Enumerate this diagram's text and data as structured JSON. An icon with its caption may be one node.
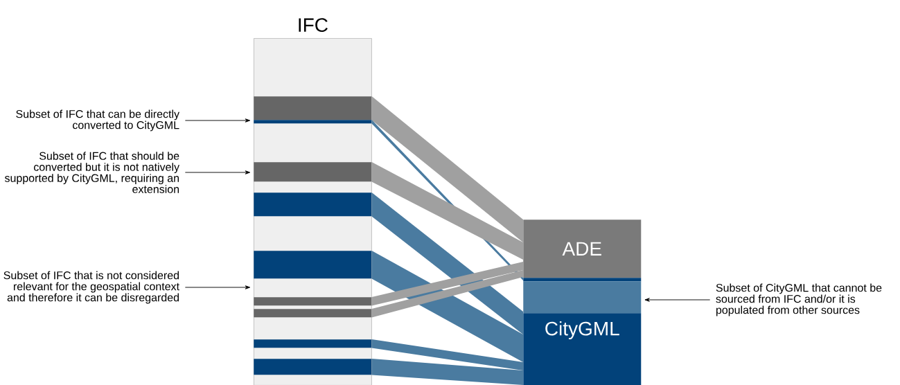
{
  "diagram": {
    "nodes": [
      {
        "text": [
          "IFC"
        ]
      },
      {
        "text": [],
        "shape": "bar",
        "in": 0
      },
      {
        "text": [],
        "shape": "bar",
        "in": 0
      },
      {
        "text": [],
        "shape": "bar",
        "in": 0
      },
      {
        "text": [],
        "shape": "bar",
        "in": 0
      },
      {
        "text": [],
        "shape": "bar",
        "in": 0
      },
      {
        "text": [],
        "shape": "bar",
        "in": 0
      },
      {
        "text": [],
        "shape": "bar",
        "in": 0
      },
      {
        "text": [],
        "shape": "bar",
        "in": 0
      },
      {
        "text": [],
        "shape": "bar",
        "in": 0
      },
      {
        "text": [
          "ADE"
        ]
      },
      {
        "text": [],
        "shape": "bar"
      },
      {
        "text": [],
        "shape": "bar"
      },
      {
        "text": [
          "CityGML"
        ]
      },
      {
        "text": [
          "Subset of IFC that can be directly converted to CityGML"
        ]
      },
      {
        "text": [
          "Subset of IFC that should be converted but it is not natively supported by CityGML, requiring an extension"
        ]
      },
      {
        "text": [
          "Subset of IFC that is not considered relevant for the geospatial context and therefore it can be disregarded"
        ]
      },
      {
        "text": [
          "Subset of CityGML that cannot be sourced from IFC and/or it is populated from other sources"
        ]
      }
    ],
    "edges": [
      {
        "from": 1,
        "to": 10,
        "arrow": "none",
        "color": "#a0a0a0"
      },
      {
        "from": 2,
        "to": 11,
        "arrow": "none",
        "color": "#4a7ba0"
      },
      {
        "from": 3,
        "to": 10,
        "arrow": "none",
        "color": "#a0a0a0"
      },
      {
        "from": 4,
        "to": 13,
        "arrow": "none",
        "color": "#4a7ba0"
      },
      {
        "from": 5,
        "to": 13,
        "arrow": "none",
        "color": "#4a7ba0"
      },
      {
        "from": 6,
        "to": 10,
        "arrow": "none",
        "color": "#a0a0a0"
      },
      {
        "from": 7,
        "to": 10,
        "arrow": "none",
        "color": "#a0a0a0"
      },
      {
        "from": 8,
        "to": 13,
        "arrow": "none",
        "color": "#4a7ba0"
      },
      {
        "from": 9,
        "to": 13,
        "arrow": "none",
        "color": "#4a7ba0"
      },
      {
        "from": 14,
        "to": 2,
        "arrow": "to"
      },
      {
        "from": 15,
        "to": 3,
        "arrow": "to"
      },
      {
        "from": 16,
        "to": 0,
        "arrow": "to"
      },
      {
        "from": 17,
        "to": 12,
        "arrow": "to"
      }
    ]
  }
}
